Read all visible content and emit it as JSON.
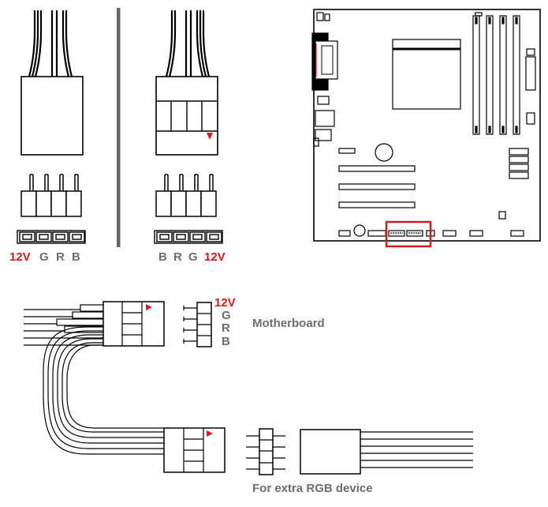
{
  "left_header_labels": {
    "v12": "12V",
    "g": "G",
    "r": "R",
    "b": "B"
  },
  "right_header_labels": {
    "b": "B",
    "r": "R",
    "g": "G",
    "v12": "12V"
  },
  "splitter_pins": {
    "v12": "12V",
    "g": "G",
    "r": "R",
    "b": "B"
  },
  "motherboard_label": "Motherboard",
  "extra_device_label": "For extra RGB device",
  "colors": {
    "accent": "#d71920",
    "label_gray": "#6d6d6d",
    "line": "#000000",
    "divider": "#666666"
  }
}
